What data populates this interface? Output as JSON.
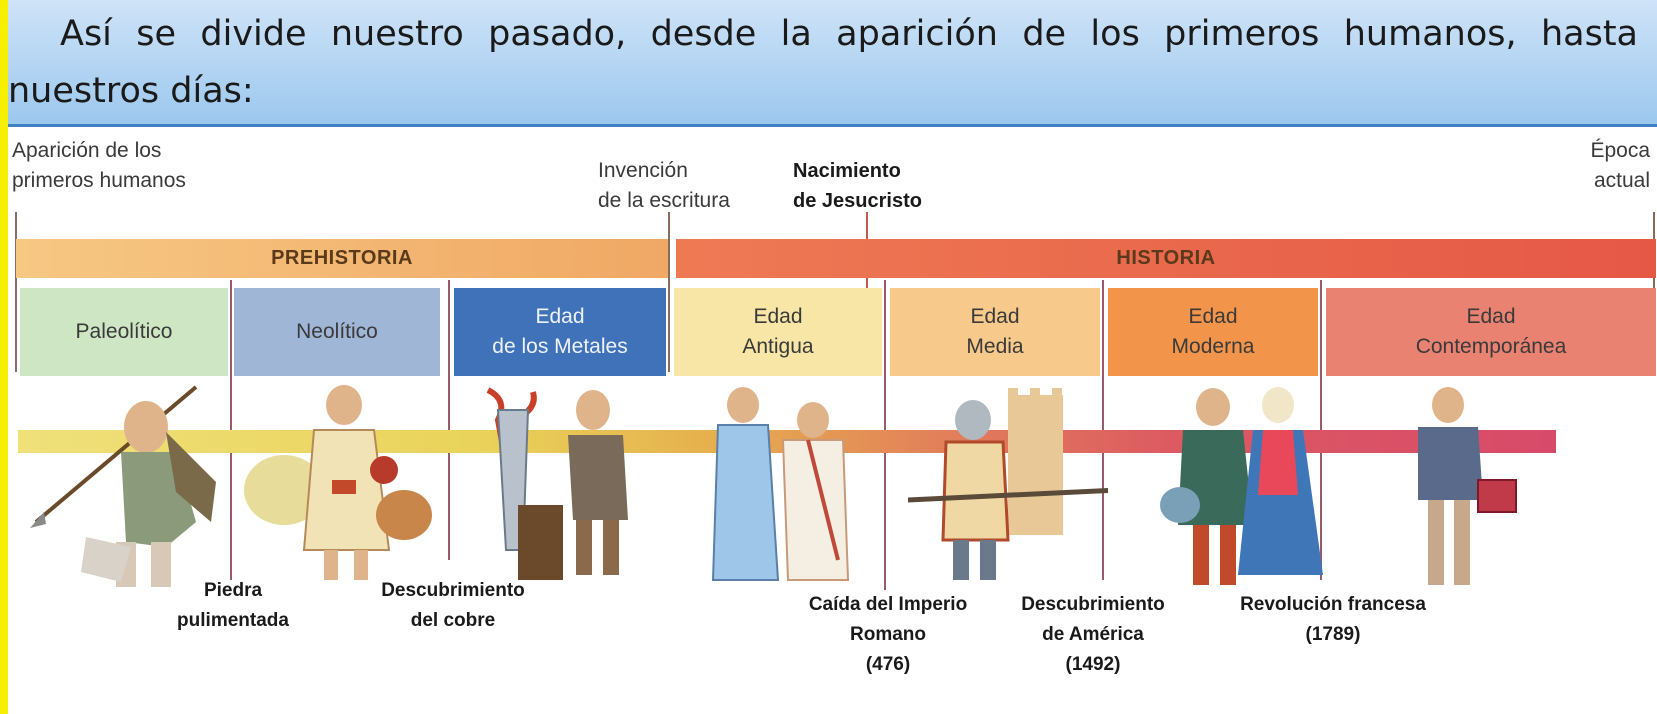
{
  "header": {
    "text": "Así se divide nuestro pasado, desde la aparición de los primeros humanos, hasta nuestros días:"
  },
  "milestones": {
    "start": "Aparición de los\nprimeros humanos",
    "writing": "Invención\nde la escritura",
    "jesus": "Nacimiento\nde Jesucristo",
    "now": "Época\nactual"
  },
  "bands": {
    "prehistoria": "PREHISTORIA",
    "historia": "HISTORIA"
  },
  "ages": [
    {
      "label": "Paleolítico",
      "color": "#cfe6c4"
    },
    {
      "label": "Neolítico",
      "color": "#9fb6d6"
    },
    {
      "label": "Edad\nde los Metales",
      "color": "#3f72b8"
    },
    {
      "label": "Edad\nAntigua",
      "color": "#f8e6a6"
    },
    {
      "label": "Edad\nMedia",
      "color": "#f7c98a"
    },
    {
      "label": "Edad\nModerna",
      "color": "#f2954a"
    },
    {
      "label": "Edad\nContemporánea",
      "color": "#ea8272"
    }
  ],
  "events": {
    "stone": "Piedra\npulimentada",
    "copper": "Descubrimiento\ndel cobre",
    "rome": "Caída del Imperio\nRomano\n(476)",
    "america": "Descubrimiento\nde América\n(1492)",
    "revolution": "Revolución francesa\n(1789)"
  },
  "colors": {
    "frame": "#f6f000",
    "header_bg": "#9cc8ee",
    "prehistoria_band": "#f3b469",
    "historia_band": "#e8604a",
    "strip_start": "#e9d35a",
    "strip_end": "#d84a6a"
  }
}
